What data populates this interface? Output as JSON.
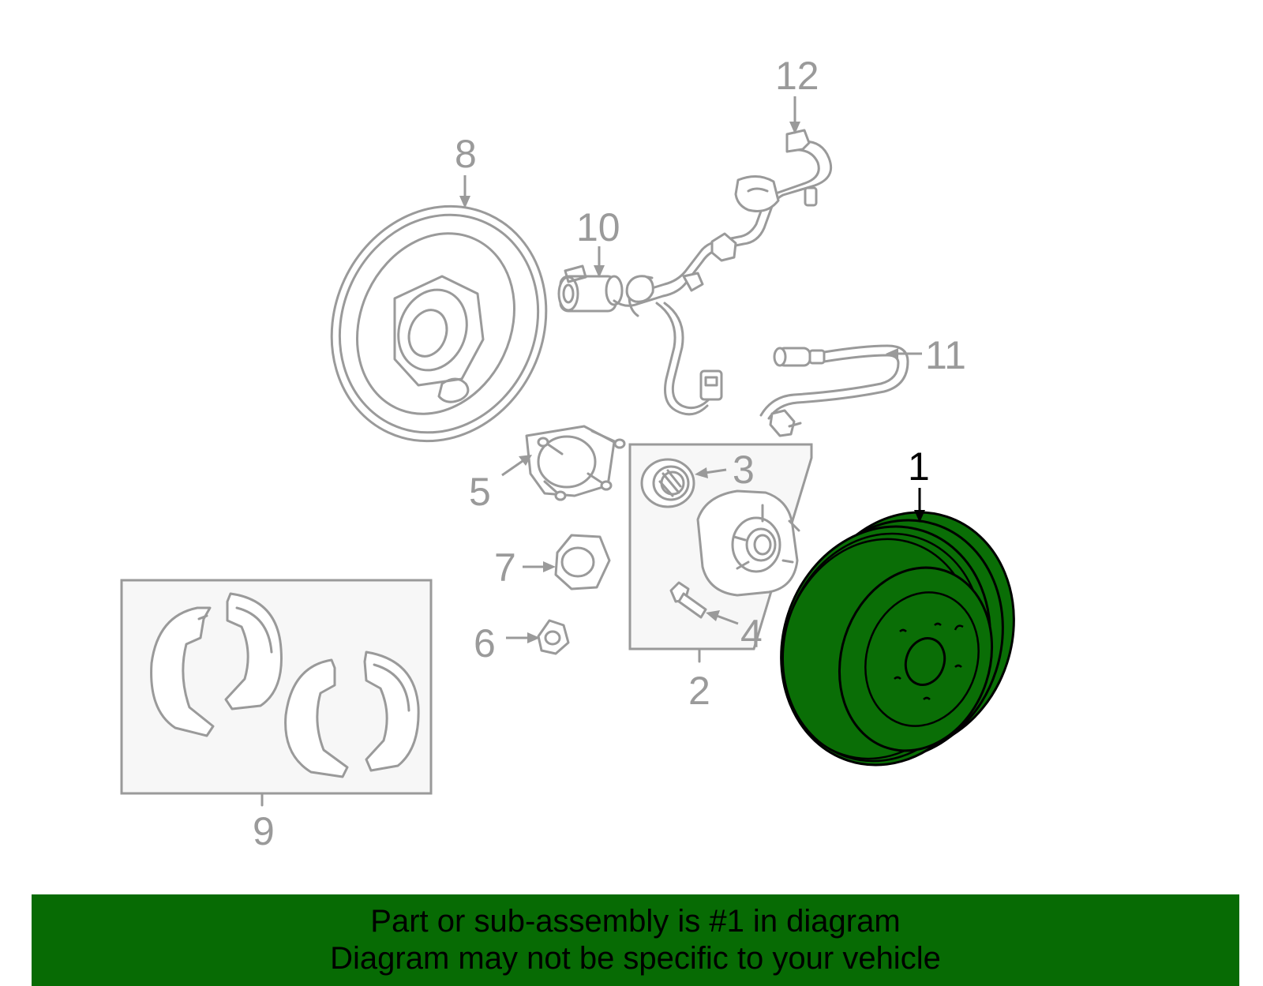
{
  "diagram": {
    "highlighted_part": "1",
    "highlight_color": "#0a6e06",
    "callouts": [
      "1",
      "2",
      "3",
      "4",
      "5",
      "6",
      "7",
      "8",
      "9",
      "10",
      "11",
      "12"
    ]
  },
  "footer": {
    "line1": "Part or sub-assembly is #1 in diagram",
    "line2": "Diagram may not be specific to your vehicle",
    "background": "#076b04"
  }
}
